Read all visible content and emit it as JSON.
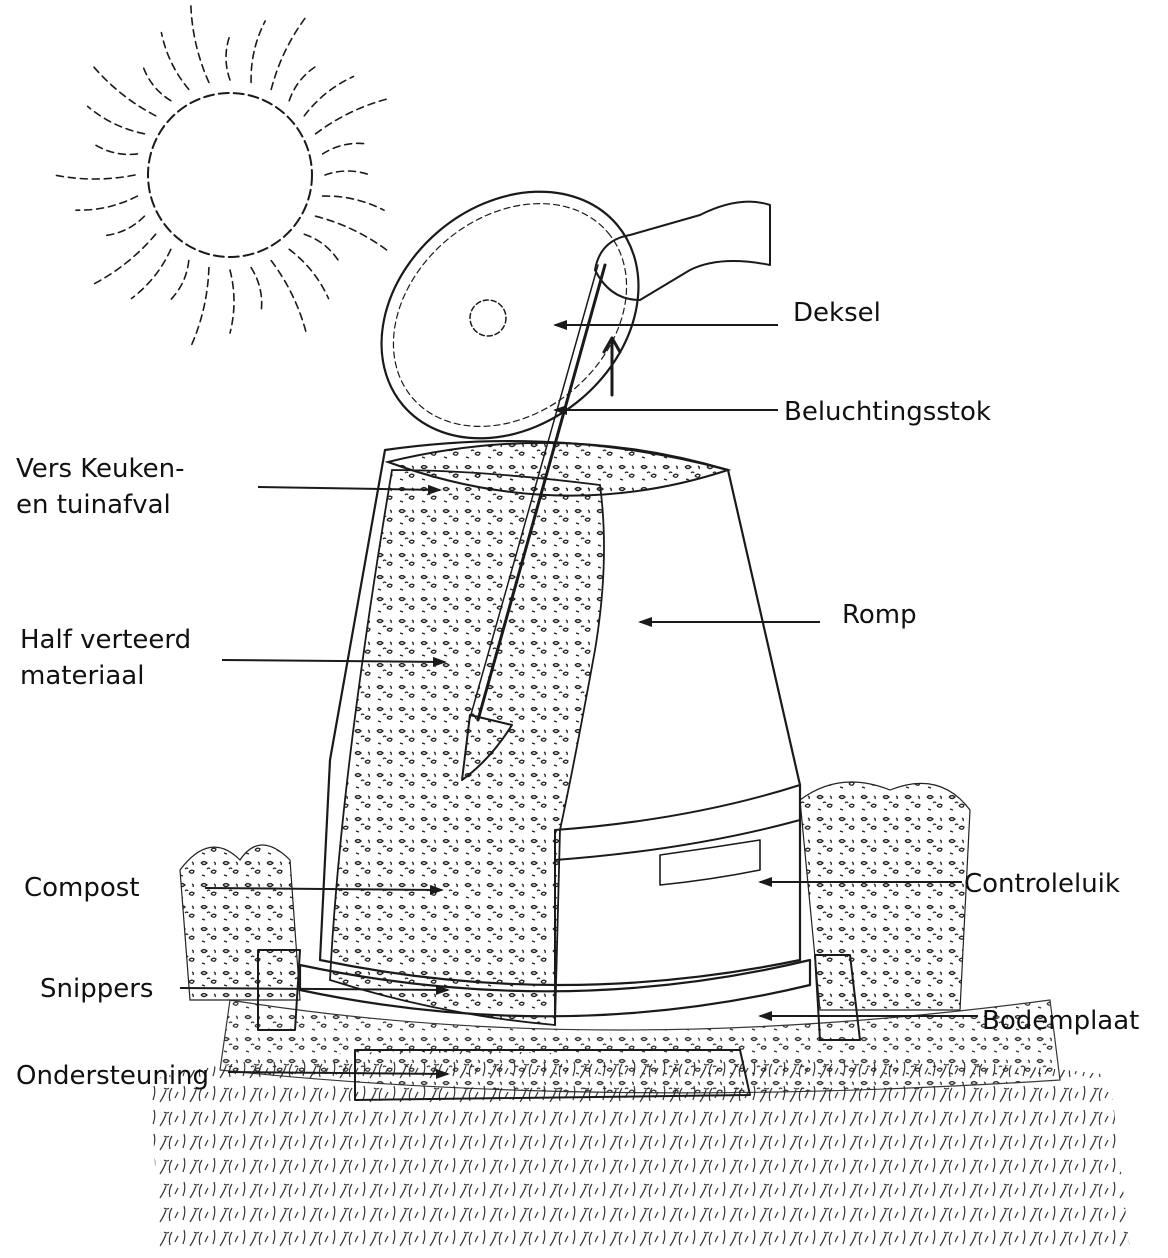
{
  "labels": {
    "deksel": "Deksel",
    "beluchtingsstok": "Beluchtingsstok",
    "vers_line1": "Vers Keuken-",
    "vers_line2": "en tuinafval",
    "romp": "Romp",
    "half_line1": "Half verteerd",
    "half_line2": "materiaal",
    "compost": "Compost",
    "controleluik": "Controleluik",
    "snippers": "Snippers",
    "bodemplaat": "Bodemplaat",
    "ondersteuning": "Ondersteuning"
  }
}
